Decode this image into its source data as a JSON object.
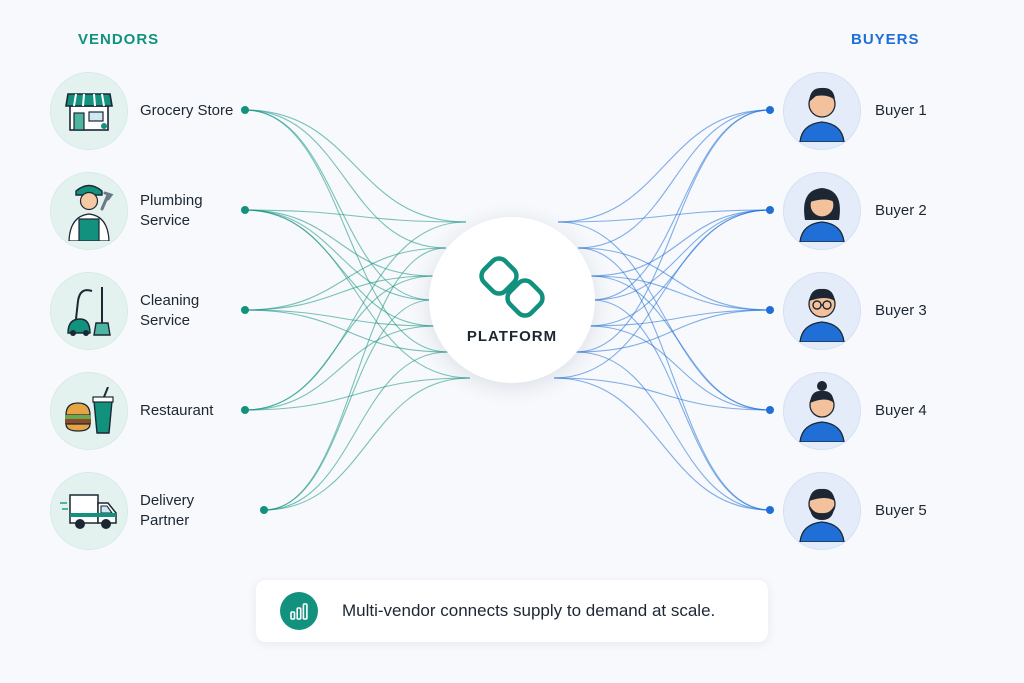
{
  "headings": {
    "vendors": "VENDORS",
    "buyers": "BUYERS"
  },
  "platform": {
    "label": "PLATFORM",
    "icon": "linked-chain-icon"
  },
  "vendors": [
    {
      "label": "Grocery Store",
      "icon": "storefront-icon"
    },
    {
      "label": "Plumbing Service",
      "icon": "plumber-icon"
    },
    {
      "label": "Cleaning Service",
      "icon": "vacuum-cleaner-icon"
    },
    {
      "label": "Restaurant",
      "icon": "burger-and-drink-icon"
    },
    {
      "label": "Delivery Partner",
      "icon": "delivery-van-icon"
    }
  ],
  "buyers": [
    {
      "label": "Buyer 1",
      "icon": "person-avatar-icon"
    },
    {
      "label": "Buyer 2",
      "icon": "person-avatar-icon"
    },
    {
      "label": "Buyer 3",
      "icon": "person-avatar-icon"
    },
    {
      "label": "Buyer 4",
      "icon": "person-avatar-icon"
    },
    {
      "label": "Buyer 5",
      "icon": "person-avatar-icon"
    }
  ],
  "footer": {
    "text": "Multi-vendor connects supply to demand at scale.",
    "icon": "bar-chart-icon"
  },
  "colors": {
    "vendor_accent": "#13917f",
    "buyer_accent": "#1f6fd6",
    "background": "#f7f9fc"
  }
}
